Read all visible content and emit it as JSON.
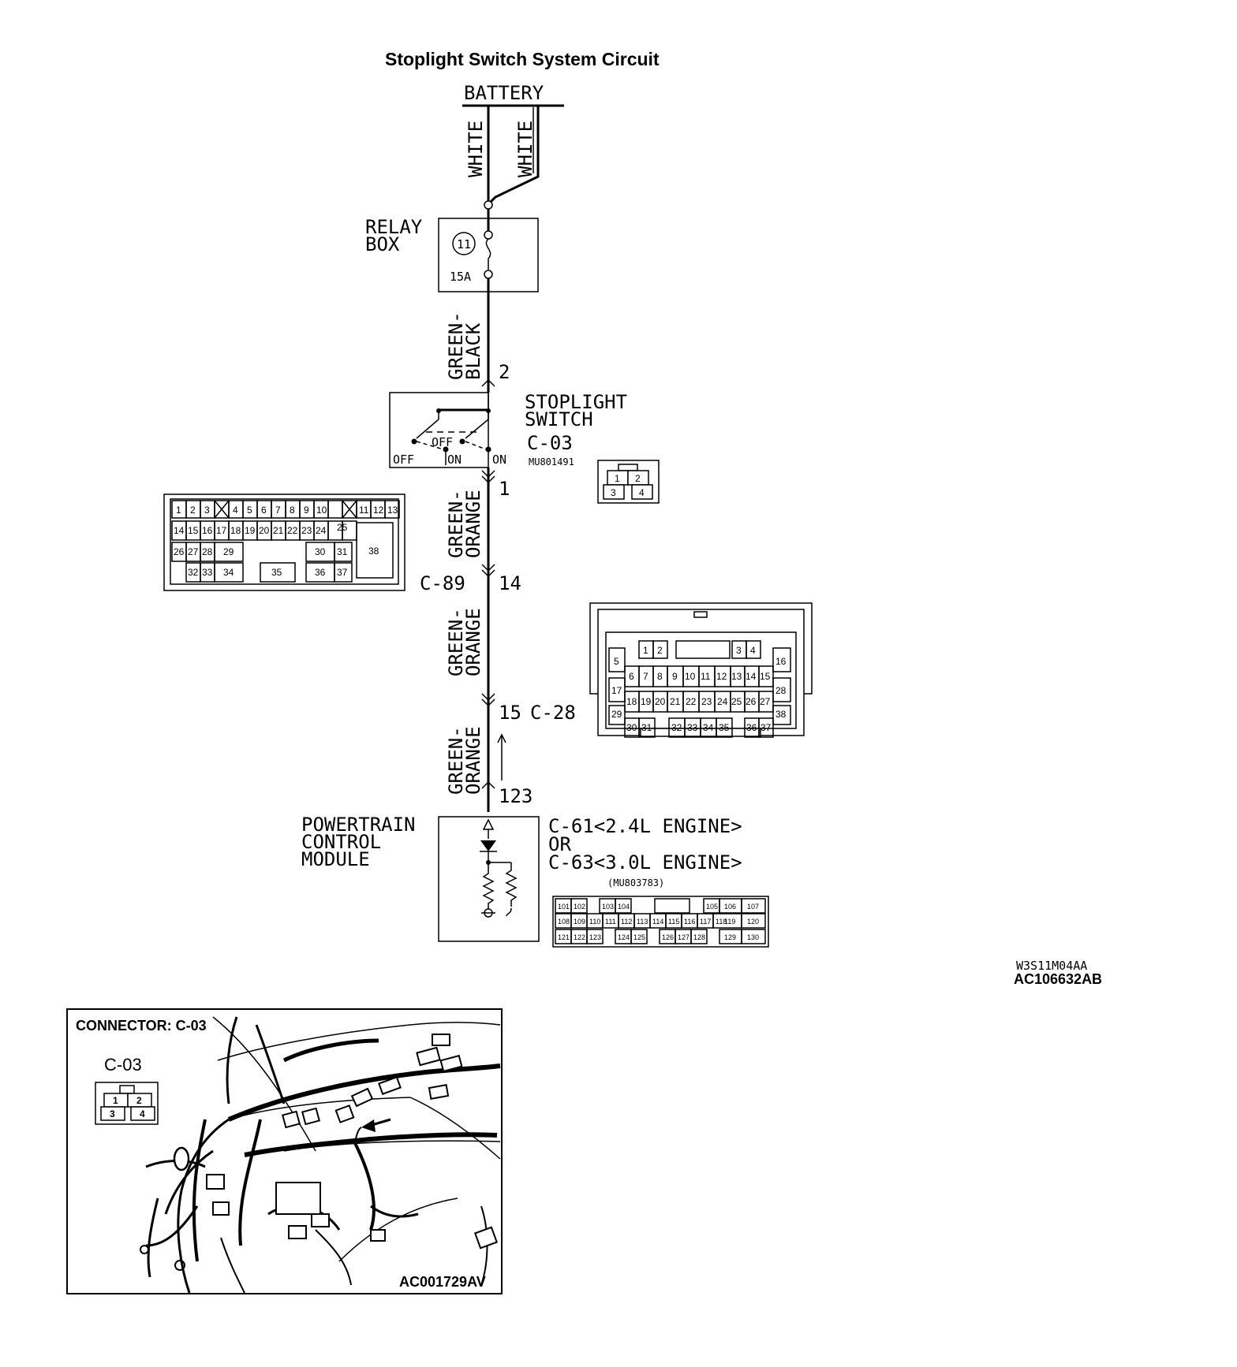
{
  "title": "Stoplight Switch System Circuit",
  "battery": "BATTERY",
  "wires": {
    "white_1": "WHITE",
    "white_2": "WHITE",
    "green_black_1": "GREEN-",
    "green_black_2": "BLACK",
    "green_orange_1": "GREEN-",
    "green_orange_2": "ORANGE"
  },
  "relay_box": {
    "line1": "RELAY",
    "line2": "BOX",
    "fuse_number": "11",
    "fuse_rating": "15A"
  },
  "stoplight_switch": {
    "line1": "STOPLIGHT",
    "line2": "SWITCH",
    "connector": "C-03",
    "part_number": "MU801491",
    "off_left": "OFF",
    "on_left": "ON",
    "off_mid": "OFF",
    "on_right": "ON",
    "pins": [
      "1",
      "2",
      "3",
      "4"
    ]
  },
  "pins": {
    "p2": "2",
    "p1": "1",
    "p14": "14",
    "p15": "15",
    "p123": "123"
  },
  "connectors": {
    "c89": "C-89",
    "c28": "C-28"
  },
  "pcm": {
    "line1": "POWERTRAIN",
    "line2": "CONTROL",
    "line3": "MODULE",
    "conn_a": "C-61<2.4L ENGINE>",
    "or": "OR",
    "conn_b": "C-63<3.0L ENGINE>",
    "part_number": "(MU803783)"
  },
  "codes": {
    "ref_1": "W3S11M04AA",
    "ref_2": "AC106632AB",
    "ref_3": "AC001729AV"
  },
  "inset": {
    "title": "CONNECTOR: C-03",
    "label": "C-03"
  },
  "c89_pins": {
    "row1": [
      "1",
      "2",
      "3",
      "4",
      "5",
      "6",
      "7",
      "8",
      "9",
      "10",
      "11",
      "12",
      "13"
    ],
    "row2": [
      "14",
      "15",
      "16",
      "17",
      "18",
      "19",
      "20",
      "21",
      "22",
      "23",
      "24",
      "25"
    ],
    "row3": [
      "26",
      "27",
      "28",
      "29",
      "30",
      "31",
      "38"
    ],
    "row4": [
      "32",
      "33",
      "34",
      "35",
      "36",
      "37"
    ]
  },
  "c28_pins": {
    "row1": [
      "1",
      "2",
      "3",
      "4"
    ],
    "row2": [
      "5",
      "16"
    ],
    "row3": [
      "6",
      "7",
      "8",
      "9",
      "10",
      "11",
      "12",
      "13",
      "14",
      "15"
    ],
    "row4": [
      "17",
      "28"
    ],
    "row5": [
      "18",
      "19",
      "20",
      "21",
      "22",
      "23",
      "24",
      "25",
      "26",
      "27"
    ],
    "row6": [
      "29",
      "38"
    ],
    "row7": [
      "30",
      "31",
      "32",
      "33",
      "34",
      "35",
      "36",
      "37"
    ]
  },
  "pcm_pins": {
    "row1": [
      "101",
      "102",
      "103",
      "104",
      "105",
      "106",
      "107"
    ],
    "row2": [
      "108",
      "109",
      "110",
      "111",
      "112",
      "113",
      "114",
      "115",
      "116",
      "117",
      "118",
      "119",
      "120"
    ],
    "row3": [
      "121",
      "122",
      "123",
      "124",
      "125",
      "126",
      "127",
      "128",
      "129",
      "130"
    ]
  }
}
